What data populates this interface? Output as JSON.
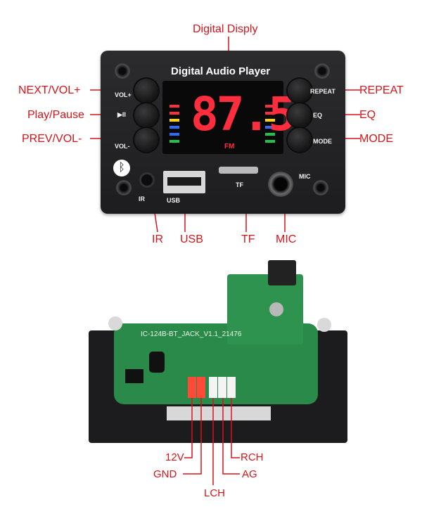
{
  "front_callouts": {
    "top": "Digital Disply",
    "left": [
      "NEXT/VOL+",
      "Play/Pause",
      "PREV/VOL-"
    ],
    "right": [
      "REPEAT",
      "EQ",
      "MODE"
    ],
    "bottom": [
      "IR",
      "USB",
      "TF",
      "MIC"
    ]
  },
  "panel": {
    "title": "Digital Audio Player",
    "display_value": "87.5",
    "display_unit": "FM",
    "button_labels": {
      "next": "VOL+",
      "play": "▶II",
      "prev": "VOL-",
      "repeat": "REPEAT",
      "eq": "EQ",
      "mode": "MODE"
    },
    "port_labels": {
      "ir": "IR",
      "usb": "USB",
      "tf": "TF",
      "mic": "MIC"
    },
    "bluetooth_symbol": "ᛒ"
  },
  "board": {
    "pcb_label": "IC-124B-BT_JACK_V1.1_21476",
    "callouts": {
      "v12": "12V",
      "gnd": "GND",
      "lch": "LCH",
      "rch": "RCH",
      "ag": "AG"
    }
  },
  "colors": {
    "callout": "#d7141a",
    "panel": "#1f1f21",
    "display_digits": "#ff2d3d",
    "pcb": "#2a8a4a"
  }
}
